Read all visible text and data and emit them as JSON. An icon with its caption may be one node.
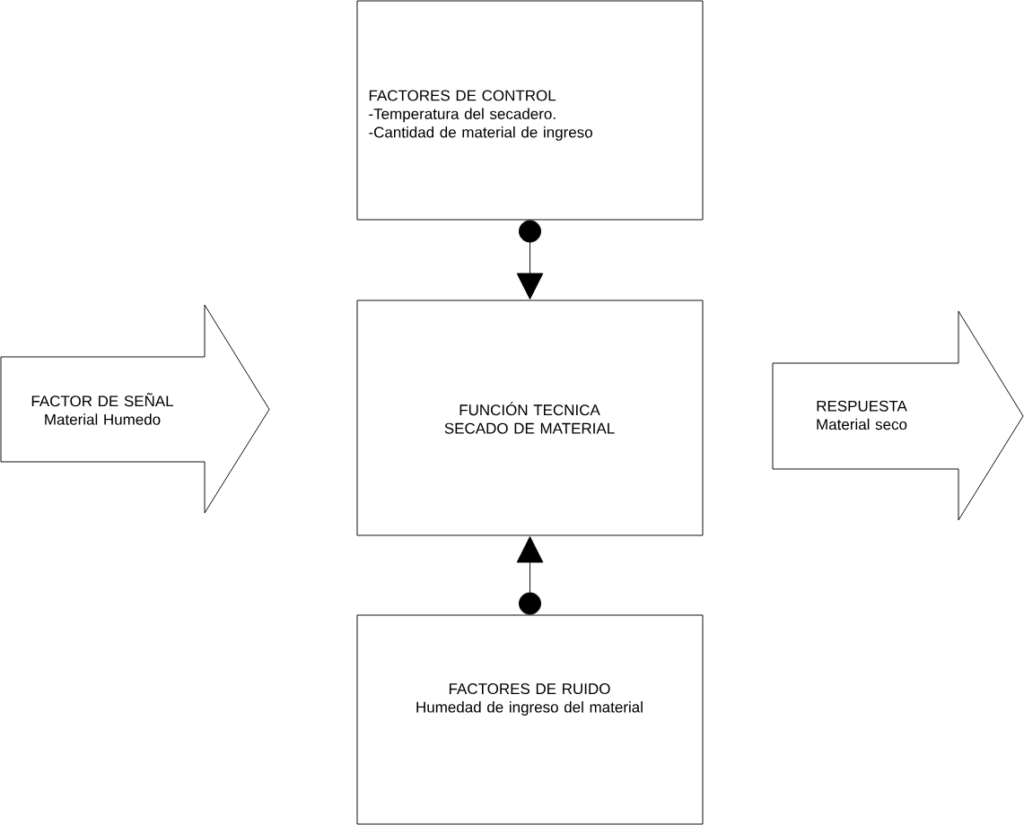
{
  "diagram": {
    "nodes": [
      {
        "text": [
          "FACTORES DE CONTROL",
          "-Temperatura del secadero.",
          "-Cantidad de material de ingreso"
        ]
      },
      {
        "text": [
          "FUNCIÓN TECNICA",
          "SECADO DE MATERIAL"
        ]
      },
      {
        "text": [
          "FACTOR DE SEÑAL",
          "Material Humedo"
        ]
      },
      {
        "text": [
          "RESPUESTA",
          "Material seco"
        ]
      },
      {
        "text": [
          "FACTORES DE RUIDO",
          "Humedad de ingreso del material"
        ]
      }
    ],
    "edges": [
      {
        "from": 0,
        "to": 1,
        "arrow": "to"
      },
      {
        "from": 4,
        "to": 1,
        "arrow": "to"
      }
    ]
  }
}
